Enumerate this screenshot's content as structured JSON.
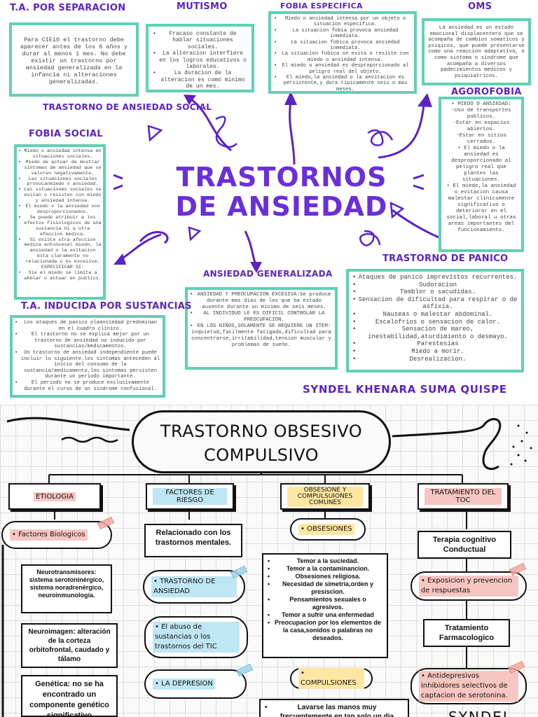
{
  "top": {
    "title": "TRASTORNOS DE ANSIEDAD",
    "author": "SYNDEL KHENARA SUMA QUISPE",
    "sections": {
      "separacion": {
        "heading": "T.A. POR SEPARACION",
        "text": "Para CIE10 el trastorno debe aparecer antes de los 6 años y durar al menos 1 mes. No debe existir un trastorno por ansiedad generalizada en la infancia ni alteraciones generalizadas."
      },
      "mutismo": {
        "heading": "MUTISMO",
        "items": [
          "Fracaso constante de hablar situaciones sociales.",
          "La alteracion interfiere en los logros educativos o laborales.",
          "La duracion de la alteracion es como minimo de un mes."
        ]
      },
      "fobia_especifica": {
        "heading": "FOBIA ESPECIFICA",
        "items": [
          "Miedo o ansiedad intensa por un objeto o situacion especifica.",
          "La situacion fobia provoca ansiedad inmediata.",
          "La situacion fobica provoca ansiedad inmediata.",
          "La situacion fobica se evita o resiste con miedo o ansiedad intensa.",
          "El miedo o ansiedad es desproporcionado al peligro real del objeto.",
          "El miedo,la ansiedad o la aevitacion es persistente,y dura tipicamente seis o mas meses."
        ]
      },
      "oms": {
        "heading": "OMS",
        "text": "La ansiedad es un estado emocional displacentero que se acompaña de cambios somaticos y psiqicos, que puede presentarse como una reaccion adaptativa, o como sintoma o sindrome que acompaña a diversos padecimientos medicos y psiquiatricos."
      },
      "agorafobia": {
        "heading": "AGOROFOBIA",
        "lines": [
          "• MIEDO O ANSIEDAD:",
          "-Uso de transportes publicos.",
          "-Estar en espacios abiertos.",
          "-Estar en sitios cerrados.",
          "• El miedo o la ansiedad es desproporcionado al peligro real que plantes las situaciones.",
          "• El miedo,la ansiedad o evitacion causa malestar clinicsmente significativo o deterioror en el social,laboral u otras areas importantes del funcionamiento."
        ]
      },
      "ansiedad_social": {
        "heading": "TRASTORNO DE ANSIEDAD SOCIAL"
      },
      "fobia_social": {
        "heading": "FOBIA SOCIAL",
        "items": [
          "Miedo o ansiedad intensa en situaciones sociales.",
          "Miedo de actuar de mostrar sintomas de ansiedad que se valoren negativamente.",
          "Las situaciones sociales provocanmiedo o ansiedad.",
          "Las situaciones sociales se evitan o resisten con miedo y ansiedad intensa.",
          "El miedo o la ansiedad son desproporcionados.",
          "Se puede atribuir a los efectos fisiologicos de una sustancia ni a otra afeccion medica.",
          "Si existe otra afeccion medica entoncesel miedo, la ansiedad o la evitacion esta claramente no relacionada o es excesiva. ESPECIFICAR SI:",
          "Sie el miedo se limita a ahblar o actuar en publico."
        ]
      },
      "panico": {
        "heading": "TRASTORNO DE PANICO",
        "items": [
          "Ataques de panico imprevistos recurrentes.",
          "Sudoracion",
          "Temblor o sacudidas.",
          "Sensacion de dificultad para respirar o de asfixia.",
          "Nauseas o malestar abdominal.",
          "Escalofrios o sensacion de calor.",
          "Sensacion de mareo, inestabilidad,aturdimiento o desmayo.",
          "Parestesias",
          "Miedo a morir.",
          "Desrealizacion."
        ]
      },
      "generalizada": {
        "heading": "ANSIEDAD GENERALIZADA",
        "items": [
          "ANSIEDAD Y PREOCUPACION EXCESIVA:Se produce durante mas dias de los que ha estado ausente durante un minimo de seis meses.",
          "AL INDIVIDUO LE ES DIFICIL CONTROLAR LA PREOCUPACION.",
          "EN LOS NIÑOS,SOLAMENTE SE REQUIERE UN ITEM:"
        ],
        "tail": "inquietud,facilmente fatigado,dificultad para concentrarse,irritabilidad,tension muscular y problemas de sueño."
      },
      "sustancias": {
        "heading": "T.A. INDUCIDA POR SUSTANCIAS",
        "items": [
          "Los ataques de panico olaansiedad predominan en el cuadro clinico.",
          "El trastorno no se explica mejor por un trastorno de ansiedad no inducido por sustancias/medicamentos.",
          "Un trastorno de ansiedad independiente puede incluir lo siguiente.los sintomas anteceden al inicio del consumo de la sustancia/medicamento,los sintomas persisten durante un periodo importante.",
          "El periodo no se produce exclusivamente durante el curso de un sindrome confusional."
        ]
      }
    }
  },
  "bottom": {
    "title_line1": "TRASTORNO OBSESIVO",
    "title_line2": "COMPULSIVO",
    "columns": {
      "etiologia": {
        "header": "ETIOLOGIA",
        "pill": "Factores Biologicos",
        "boxes": [
          "Neurotransmisores: sistema serotoninérgico, sistema noradrenérgico, neuroinmunología.",
          "Neuroimagen: alteración de la corteza orbitofrontal, caudado y tálamo",
          "Genética: no se ha encontrado un componente genético significativo"
        ]
      },
      "factores": {
        "header": "FACTORES DE RIESGO",
        "box": "Relacionado con los trastornos mentales.",
        "pills": [
          "TRASTORNO DE ANSIEDAD",
          "El abuso de sustancias o los trastornos del TIC",
          "LA DEPRESION"
        ]
      },
      "obsesiones": {
        "header": "OBSESIONE Y COMPULSUIONES COMUNES",
        "pill_obs": "OBSESIONES",
        "obs_items": [
          "Temor a la suciedad.",
          "Temor a la contaminancion.",
          "Obsesiones religiosa.",
          "Necesidad de simetria,orden y presiscion.",
          "Pensamientos sexuales o agresivos.",
          "Temor a sufrir una enfermedad",
          "Preocupacion por los elementos de la casa,sonidos o palabras no deseados."
        ],
        "pill_comp": "COMPULSIONES",
        "comp_items": [
          "Lavarse las manos muy frecuentemente en tan solo un dia"
        ]
      },
      "tratamiento": {
        "header": "TRATAMIENTO DEL TOC",
        "box1": "Terapia cognitivo Conductual",
        "pill1": "Exposicion y prevencion de respuestas",
        "box2": "Tratamiento Farmacologico",
        "pill2": "Antidepresivos inhibidores selectivos de captacion de serotonina."
      }
    },
    "signature": "SYNDEL"
  },
  "colors": {
    "purple": "#5b22c9",
    "teal_border": "#5fd1b5",
    "pink_highlight": "#f7c6c0",
    "blue_highlight": "#bfe6f3",
    "yellow_highlight": "#ffe7a3"
  },
  "icons": [
    "arrow-curved-icon",
    "spiral-doodle-icon",
    "sparkle-triangle-icon",
    "dots-doodle-icon",
    "washi-tape-icon"
  ]
}
